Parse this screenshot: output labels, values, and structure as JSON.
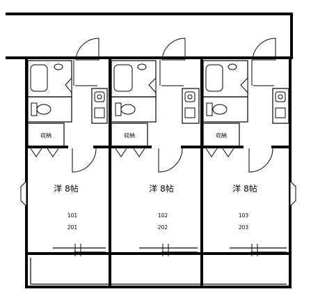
{
  "floor_plan": {
    "units": [
      {
        "room_label": "洋 8帖",
        "storage_label": "収納",
        "unit_numbers": [
          "101",
          "201"
        ]
      },
      {
        "room_label": "洋 8帖",
        "storage_label": "収納",
        "unit_numbers": [
          "102",
          "202"
        ]
      },
      {
        "room_label": "洋 8帖",
        "storage_label": "収納",
        "unit_numbers": [
          "103",
          "203"
        ]
      }
    ]
  }
}
